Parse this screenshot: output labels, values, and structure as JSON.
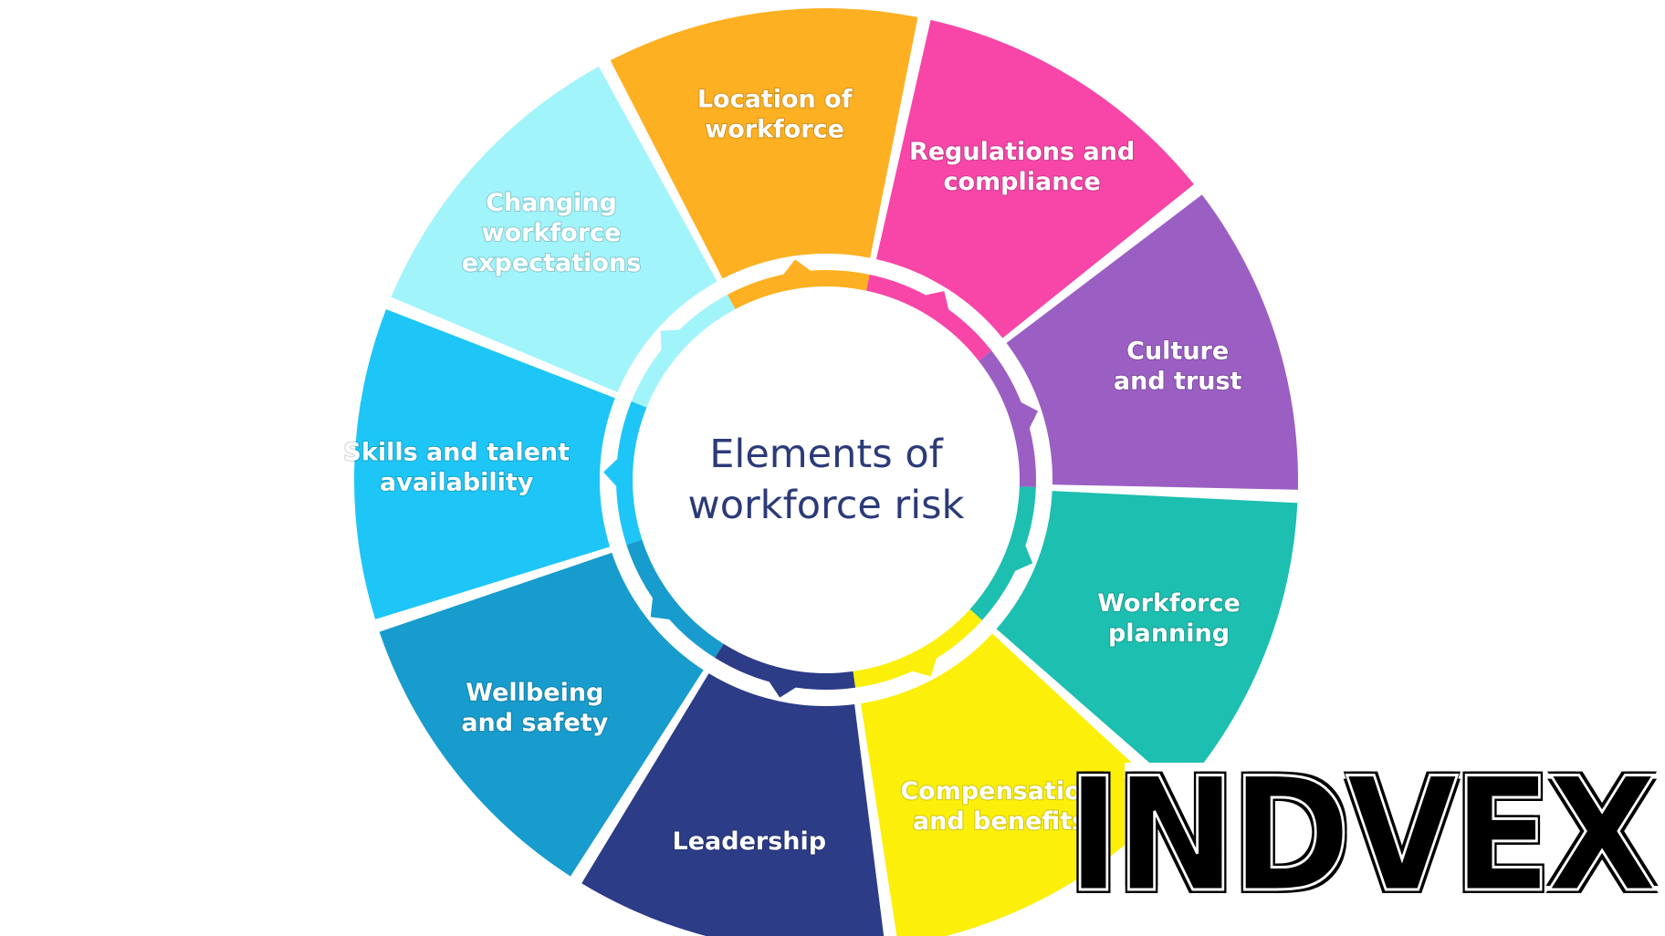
{
  "diagram": {
    "center_title_lines": [
      "Elements of",
      "workforce risk"
    ],
    "segments": [
      {
        "lines": [
          "Skills and talent",
          "availability"
        ],
        "color": "#1ec6f7"
      },
      {
        "lines": [
          "Changing",
          "workforce",
          "expectations"
        ],
        "color": "#a2f4fb"
      },
      {
        "lines": [
          "Location of",
          "workforce"
        ],
        "color": "#fdb022"
      },
      {
        "lines": [
          "Regulations and",
          "compliance"
        ],
        "color": "#f746a8"
      },
      {
        "lines": [
          "Culture",
          "and trust"
        ],
        "color": "#9b5fc4"
      },
      {
        "lines": [
          "Workforce",
          "planning"
        ],
        "color": "#1dbfb0"
      },
      {
        "lines": [
          "Compensation",
          "and benefits"
        ],
        "color": "#fcef0a"
      },
      {
        "lines": [
          "Leadership"
        ],
        "color": "#2c3c87"
      },
      {
        "lines": [
          "Wellbeing",
          "and safety"
        ],
        "color": "#179ccd"
      }
    ]
  },
  "logo": {
    "text": "INDVEX"
  },
  "colors": {
    "center_text": "#2b3a78",
    "background": "#ffffff"
  }
}
